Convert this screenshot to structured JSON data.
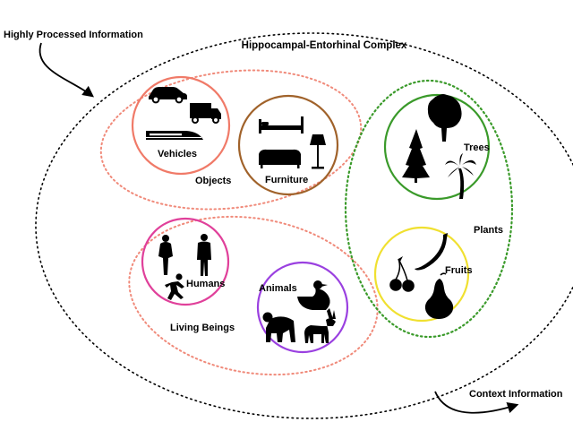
{
  "title": "Hippocampal-Entorhinal Complex",
  "input_label": "Highly Processed Information",
  "output_label": "Context Information",
  "groups": {
    "objects": {
      "label": "Objects",
      "color": "#f08a7a"
    },
    "living": {
      "label": "Living Beings",
      "color": "#f08a7a"
    },
    "plants": {
      "label": "Plants",
      "color": "#3a9a2a"
    }
  },
  "categories": {
    "vehicles": {
      "label": "Vehicles",
      "color": "#f07a68",
      "icons": [
        "car-icon",
        "truck-icon",
        "train-icon"
      ]
    },
    "furniture": {
      "label": "Furniture",
      "color": "#a0622a",
      "icons": [
        "bed-icon",
        "sofa-icon",
        "floor-lamp-icon"
      ]
    },
    "humans": {
      "label": "Humans",
      "color": "#e0409a",
      "icons": [
        "woman-icon",
        "man-icon",
        "runner-icon"
      ]
    },
    "animals": {
      "label": "Animals",
      "color": "#9a40e0",
      "icons": [
        "duck-icon",
        "chimpanzee-icon",
        "donkey-icon"
      ]
    },
    "trees": {
      "label": "Trees",
      "color": "#3a9a2a",
      "icons": [
        "deciduous-tree-icon",
        "conifer-icon",
        "palm-tree-icon"
      ]
    },
    "fruits": {
      "label": "Fruits",
      "color": "#f0e030",
      "icons": [
        "banana-icon",
        "cherries-icon",
        "pear-icon"
      ]
    }
  }
}
